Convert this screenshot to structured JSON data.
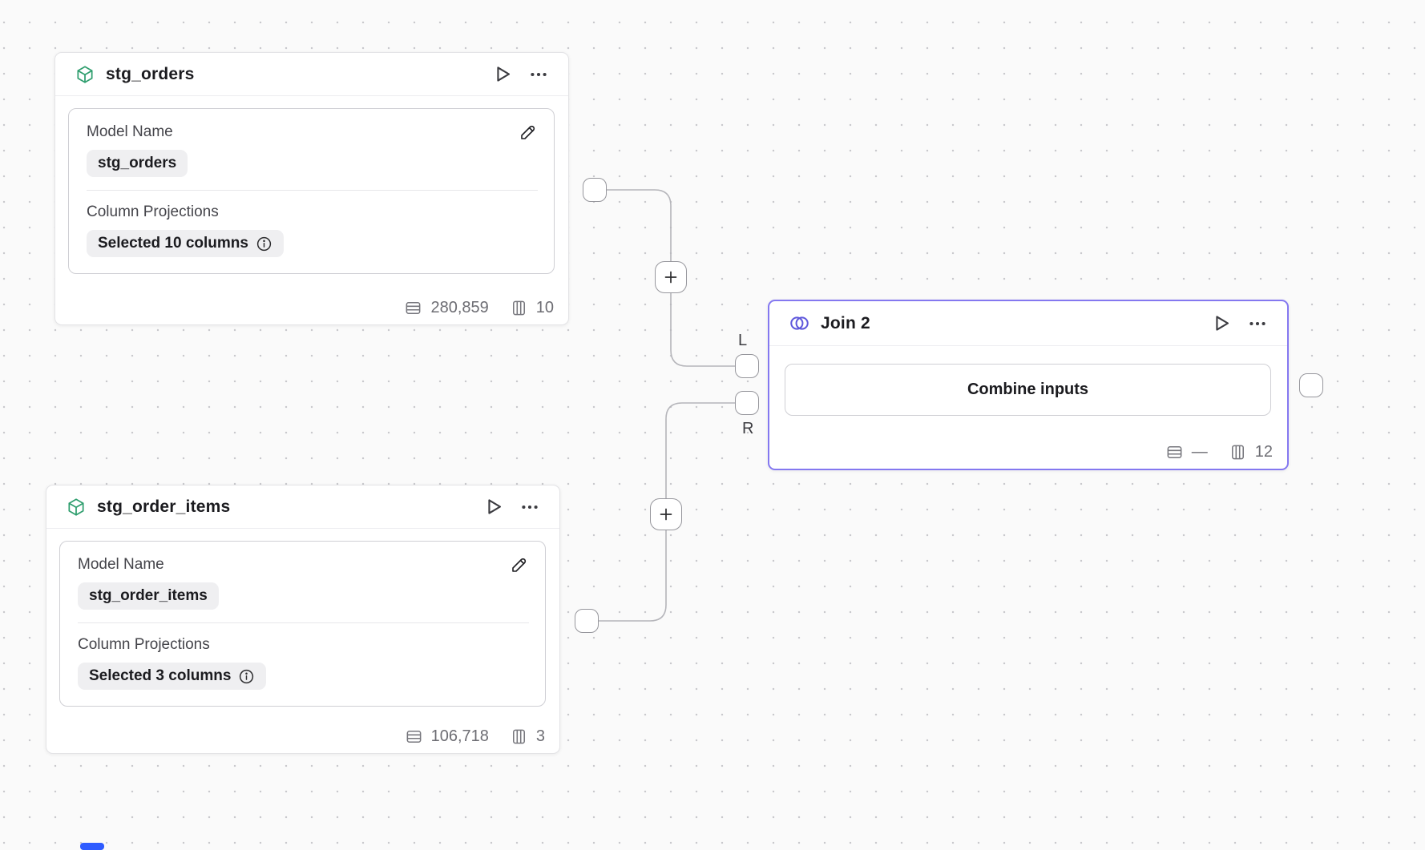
{
  "canvas": {
    "background": "#fafafa",
    "dot_color": "#c9c9cd"
  },
  "colors": {
    "green": "#2f9e6e",
    "purple_border": "#8478f0",
    "purple_icon": "#5f58dc",
    "edge": "#b5b5ba",
    "blue_marker": "#2e5bff"
  },
  "nodes": {
    "stg_orders": {
      "title": "stg_orders",
      "model_label": "Model Name",
      "model_value": "stg_orders",
      "proj_label": "Column Projections",
      "proj_value": "Selected 10 columns",
      "rows": "280,859",
      "cols": "10"
    },
    "stg_order_items": {
      "title": "stg_order_items",
      "model_label": "Model Name",
      "model_value": "stg_order_items",
      "proj_label": "Column Projections",
      "proj_value": "Selected 3 columns",
      "rows": "106,718",
      "cols": "3"
    },
    "join": {
      "title": "Join 2",
      "button": "Combine inputs",
      "rows": "—",
      "cols": "12",
      "left_label": "L",
      "right_label": "R"
    }
  },
  "edges": {
    "plus": "+"
  }
}
